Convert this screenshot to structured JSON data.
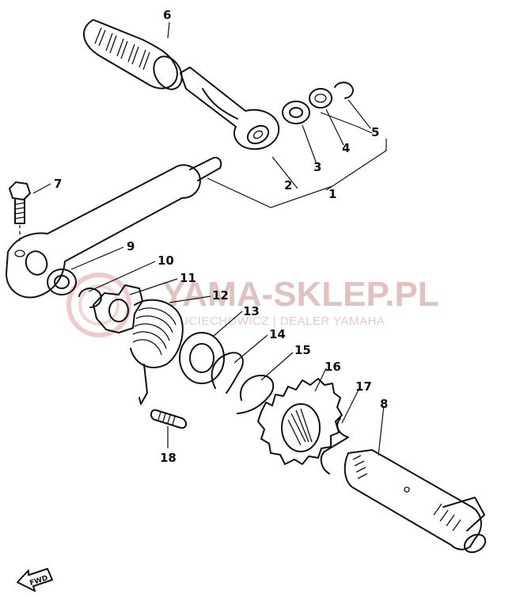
{
  "watermark": {
    "logo_text": "YAMA-SKLEP.PL",
    "sub_text": "UCIECHOWICZ | DEALER YAMAHA"
  },
  "fwd_label": "FWD",
  "callouts": [
    "1",
    "2",
    "3",
    "4",
    "5",
    "6",
    "7",
    "8",
    "9",
    "10",
    "11",
    "12",
    "13",
    "14",
    "15",
    "16",
    "17",
    "18"
  ]
}
